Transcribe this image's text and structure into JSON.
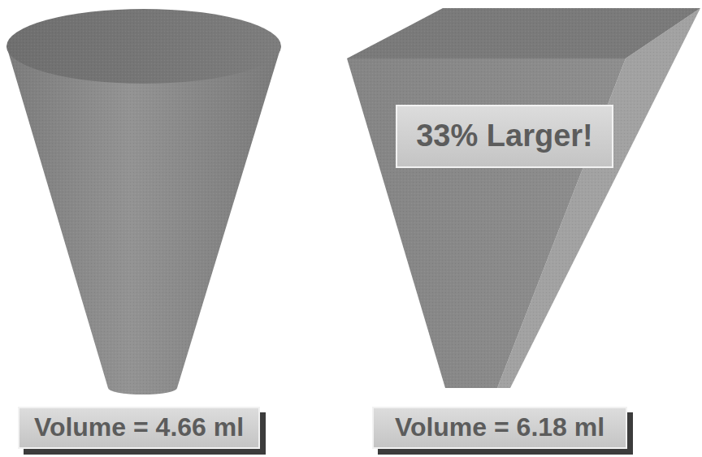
{
  "diagram": {
    "nodes": [
      {
        "text": [
          "33% Larger!"
        ]
      },
      {
        "text": [
          "Volume = 4.66 ml"
        ]
      },
      {
        "text": [
          "Volume = 6.18 ml"
        ]
      }
    ]
  }
}
